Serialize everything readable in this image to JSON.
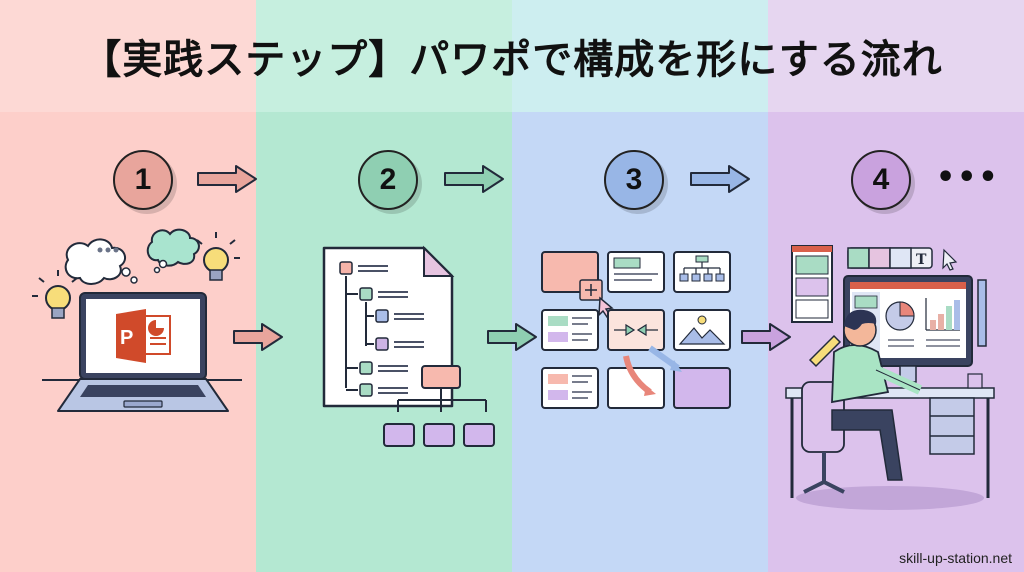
{
  "title": "【実践ステップ】パワポで構成を形にする流れ",
  "steps": [
    {
      "number": "1",
      "color": "#e8a59c",
      "illustration": "laptop-with-powerpoint-and-ideas"
    },
    {
      "number": "2",
      "color": "#8fcfb2",
      "illustration": "outline-document-with-hierarchy"
    },
    {
      "number": "3",
      "color": "#98b6e6",
      "illustration": "slide-arrangement-grid"
    },
    {
      "number": "4",
      "color": "#c9a2de",
      "illustration": "person-editing-slides-at-desk"
    }
  ],
  "continuation": "•••",
  "footer": "skill-up-station.net",
  "colors": {
    "step1_bg": "#fdcfca",
    "step2_bg": "#b4e8d2",
    "step3_bg": "#c4d8f6",
    "step4_bg": "#dcc2ec",
    "outline": "#222a3a",
    "powerpoint_orange": "#d04a2a"
  }
}
